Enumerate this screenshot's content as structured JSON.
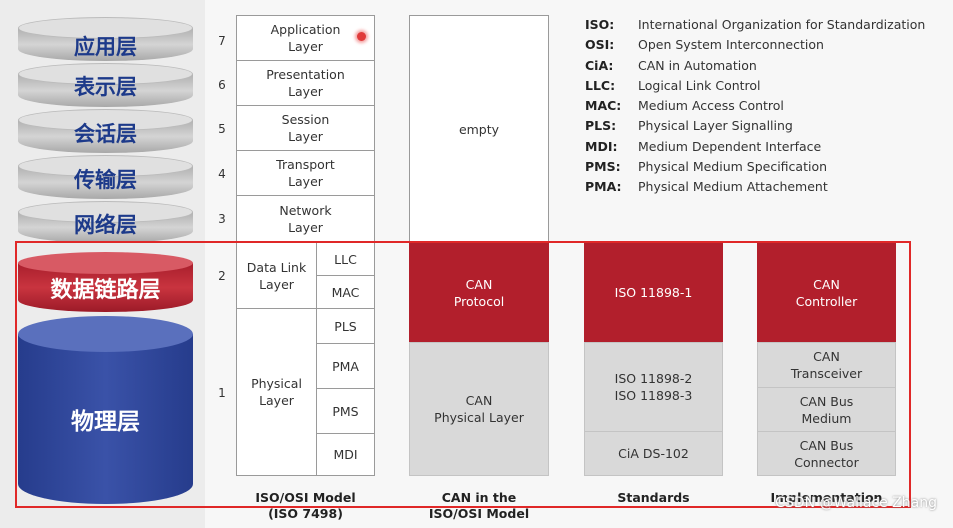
{
  "left_layers": [
    "应用层",
    "表示层",
    "会话层",
    "传输层",
    "网络层",
    "数据链路层",
    "物理层"
  ],
  "osi": {
    "numbers": [
      "7",
      "6",
      "5",
      "4",
      "3",
      "2",
      "1"
    ],
    "layers": [
      "Application\nLayer",
      "Presentation\nLayer",
      "Session\nLayer",
      "Transport\nLayer",
      "Network\nLayer",
      "Data Link\nLayer",
      "Physical\nLayer"
    ],
    "sublayers": [
      "LLC",
      "MAC",
      "PLS",
      "PMA",
      "PMS",
      "MDI"
    ]
  },
  "can_model": {
    "empty": "empty",
    "protocol": "CAN\nProtocol",
    "physical": "CAN\nPhysical Layer"
  },
  "standards": {
    "s1": "ISO 11898-1",
    "s2": "ISO 11898-2\nISO 11898-3",
    "s3": "CiA DS-102"
  },
  "implementation": {
    "i1": "CAN\nController",
    "i2": "CAN\nTransceiver",
    "i3": "CAN Bus\nMedium",
    "i4": "CAN Bus\nConnector"
  },
  "column_titles": [
    "ISO/OSI Model\n(ISO 7498)",
    "CAN in the\nISO/OSI Model",
    "Standards",
    "Implementation"
  ],
  "legend": [
    {
      "k": "ISO:",
      "v": "International Organization for Standardization"
    },
    {
      "k": "OSI:",
      "v": "Open System Interconnection"
    },
    {
      "k": "CiA:",
      "v": "CAN in Automation"
    },
    {
      "k": "LLC:",
      "v": "Logical Link Control"
    },
    {
      "k": "MAC:",
      "v": "Medium Access Control"
    },
    {
      "k": "PLS:",
      "v": "Physical Layer Signalling"
    },
    {
      "k": "MDI:",
      "v": "Medium Dependent Interface"
    },
    {
      "k": "PMS:",
      "v": "Physical Medium Specification"
    },
    {
      "k": "PMA:",
      "v": "Physical Medium Attachement"
    }
  ],
  "watermark": "CSDN @Wallace Zhang",
  "colors": {
    "red": "#b21f2c",
    "blue": "#2f4699",
    "highlight": "#e02828"
  }
}
